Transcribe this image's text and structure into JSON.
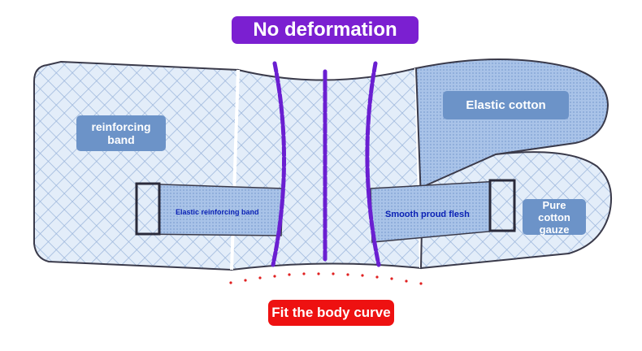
{
  "title": "No deformation",
  "footer": "Fit the body curve",
  "labels": {
    "reinforcing_band": "reinforcing band",
    "elastic_cotton": "Elastic cotton",
    "elastic_reinforcing_band": "Elastic reinforcing band",
    "smooth_proud_flesh": "Smooth proud flesh",
    "pure_cotton_gauze": "Pure cotton gauze"
  },
  "colors": {
    "title_bg": "#7b1fd1",
    "footer_bg": "#ee1111",
    "label_bg": "#6c93c8",
    "stays": "#6a1fd1",
    "curve_dots": "#e02020",
    "fabric": "#dce8f8",
    "fabric_mesh": "#9db7dc",
    "outline": "#3a3a4a"
  }
}
